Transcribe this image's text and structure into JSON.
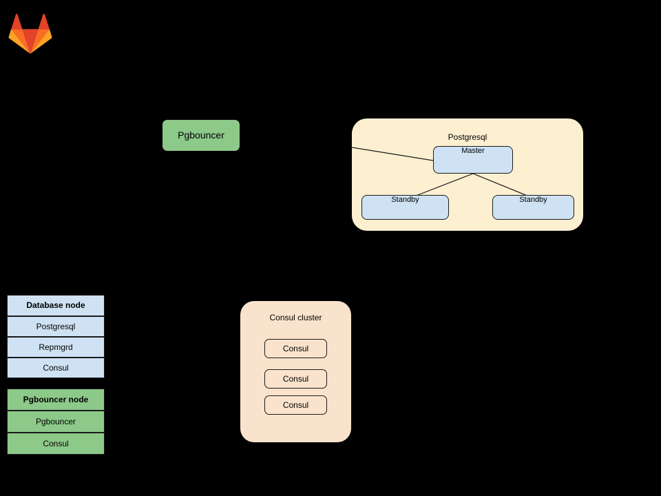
{
  "brand": {
    "logo_name": "gitlab-tanuki-logo",
    "colors": {
      "logo_orange_dark": "#e24329",
      "logo_orange_mid": "#fc6d26",
      "logo_orange_light": "#fca326",
      "database_blue": "#cfe2f3",
      "pgbouncer_green": "#8dc989",
      "postgres_cluster_bg": "#fdf0d1",
      "consul_cluster_bg": "#fae3cd",
      "stroke": "#1a1a1a",
      "background": "#000000"
    }
  },
  "standalone": {
    "pgbouncer_label": "Pgbouncer"
  },
  "postgresql_cluster": {
    "title": "Postgresql",
    "nodes": [
      {
        "label": "Master",
        "role": "master"
      },
      {
        "label": "Standby",
        "role": "standby-left"
      },
      {
        "label": "Standby",
        "role": "standby-right"
      }
    ]
  },
  "consul_cluster": {
    "title": "Consul cluster",
    "nodes": [
      {
        "label": "Consul"
      },
      {
        "label": "Consul"
      },
      {
        "label": "Consul"
      }
    ]
  },
  "legend": {
    "database_node": {
      "header": "Database node",
      "rows": [
        "Postgresql",
        "Repmgrd",
        "Consul"
      ]
    },
    "pgbouncer_node": {
      "header": "Pgbouncer node",
      "rows": [
        "Pgbouncer",
        "Consul"
      ]
    }
  }
}
